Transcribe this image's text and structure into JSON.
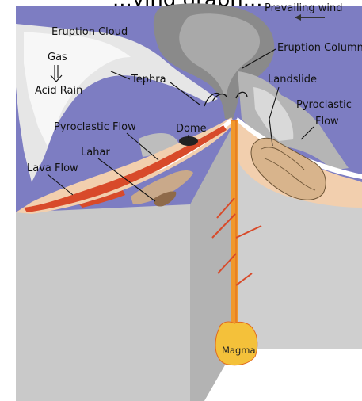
{
  "header": {
    "cropped_title": "...ying graph..."
  },
  "wind": {
    "label": "Prevailing wind"
  },
  "labels": {
    "eruption_cloud": "Eruption Cloud",
    "gas": "Gas",
    "acid_rain": "Acid Rain",
    "tephra": "Tephra",
    "eruption_column": "Eruption Column",
    "landslide": "Landslide",
    "pyroclastic_flow_right_1": "Pyroclastic",
    "pyroclastic_flow_right_2": "Flow",
    "pyroclastic_flow_left": "Pyroclastic Flow",
    "dome": "Dome",
    "lahar": "Lahar",
    "lava_flow": "Lava Flow",
    "magma": "Magma"
  },
  "colors": {
    "sky": "#7d7dc2",
    "ground_face": "#c9c9c9",
    "ground_side": "#b3b3b3",
    "surface": "#f2cfae",
    "lava": "#d84a2a",
    "conduit": "#f0982c",
    "magma": "#f4c13a",
    "cloud": "#8a8a8a"
  }
}
